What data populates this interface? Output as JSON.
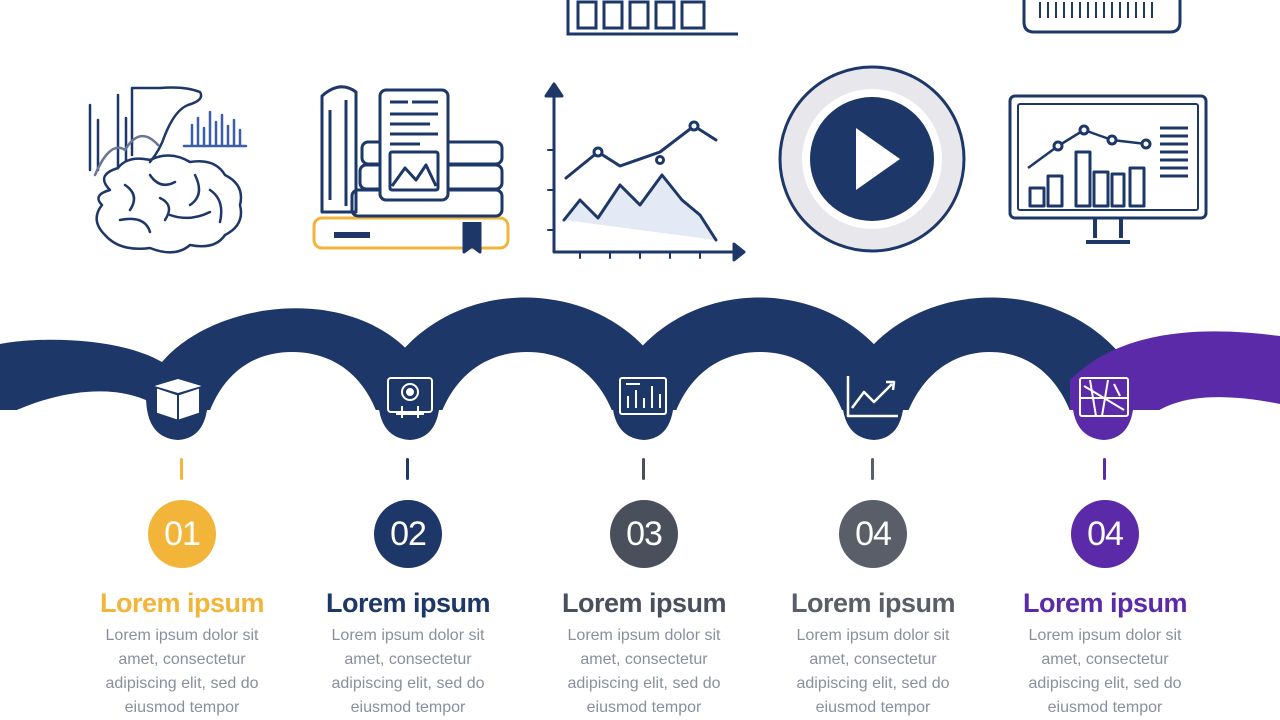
{
  "colors": {
    "navy": "#1e3769",
    "purple": "#5b2aa8",
    "yellow": "#f2b53a",
    "dark_gray": "#4a4f5c",
    "mid_gray": "#5a5e69",
    "text_gray": "#8a8f9c"
  },
  "top_icons": [
    {
      "name": "brain-analytics-icon"
    },
    {
      "name": "books-documents-icon"
    },
    {
      "name": "line-chart-icon"
    },
    {
      "name": "play-button-icon"
    },
    {
      "name": "monitor-dashboard-icon"
    }
  ],
  "steps": [
    {
      "number": "01",
      "title": "Lorem ipsum",
      "color": "#f2b53a",
      "description": "Lorem ipsum dolor sit amet, consectetur adipiscing elit, sed do eiusmod tempor",
      "arch_icon": "cube-icon"
    },
    {
      "number": "02",
      "title": "Lorem ipsum",
      "color": "#1e3769",
      "description": "Lorem ipsum dolor sit amet, consectetur adipiscing elit, sed do eiusmod tempor",
      "arch_icon": "gear-screen-icon"
    },
    {
      "number": "03",
      "title": "Lorem ipsum",
      "color": "#4a4f5c",
      "description": "Lorem ipsum dolor sit amet, consectetur adipiscing elit, sed do eiusmod tempor",
      "arch_icon": "bar-chart-screen-icon"
    },
    {
      "number": "04",
      "title": "Lorem ipsum",
      "color": "#5a5e69",
      "description": "Lorem ipsum dolor sit amet, consectetur adipiscing elit, sed do eiusmod tempor",
      "arch_icon": "trend-chart-icon"
    },
    {
      "number": "04",
      "title": "Lorem ipsum",
      "color": "#5b2aa8",
      "description": "Lorem ipsum dolor sit amet, consectetur adipiscing elit, sed do eiusmod tempor",
      "arch_icon": "blueprint-icon"
    }
  ]
}
